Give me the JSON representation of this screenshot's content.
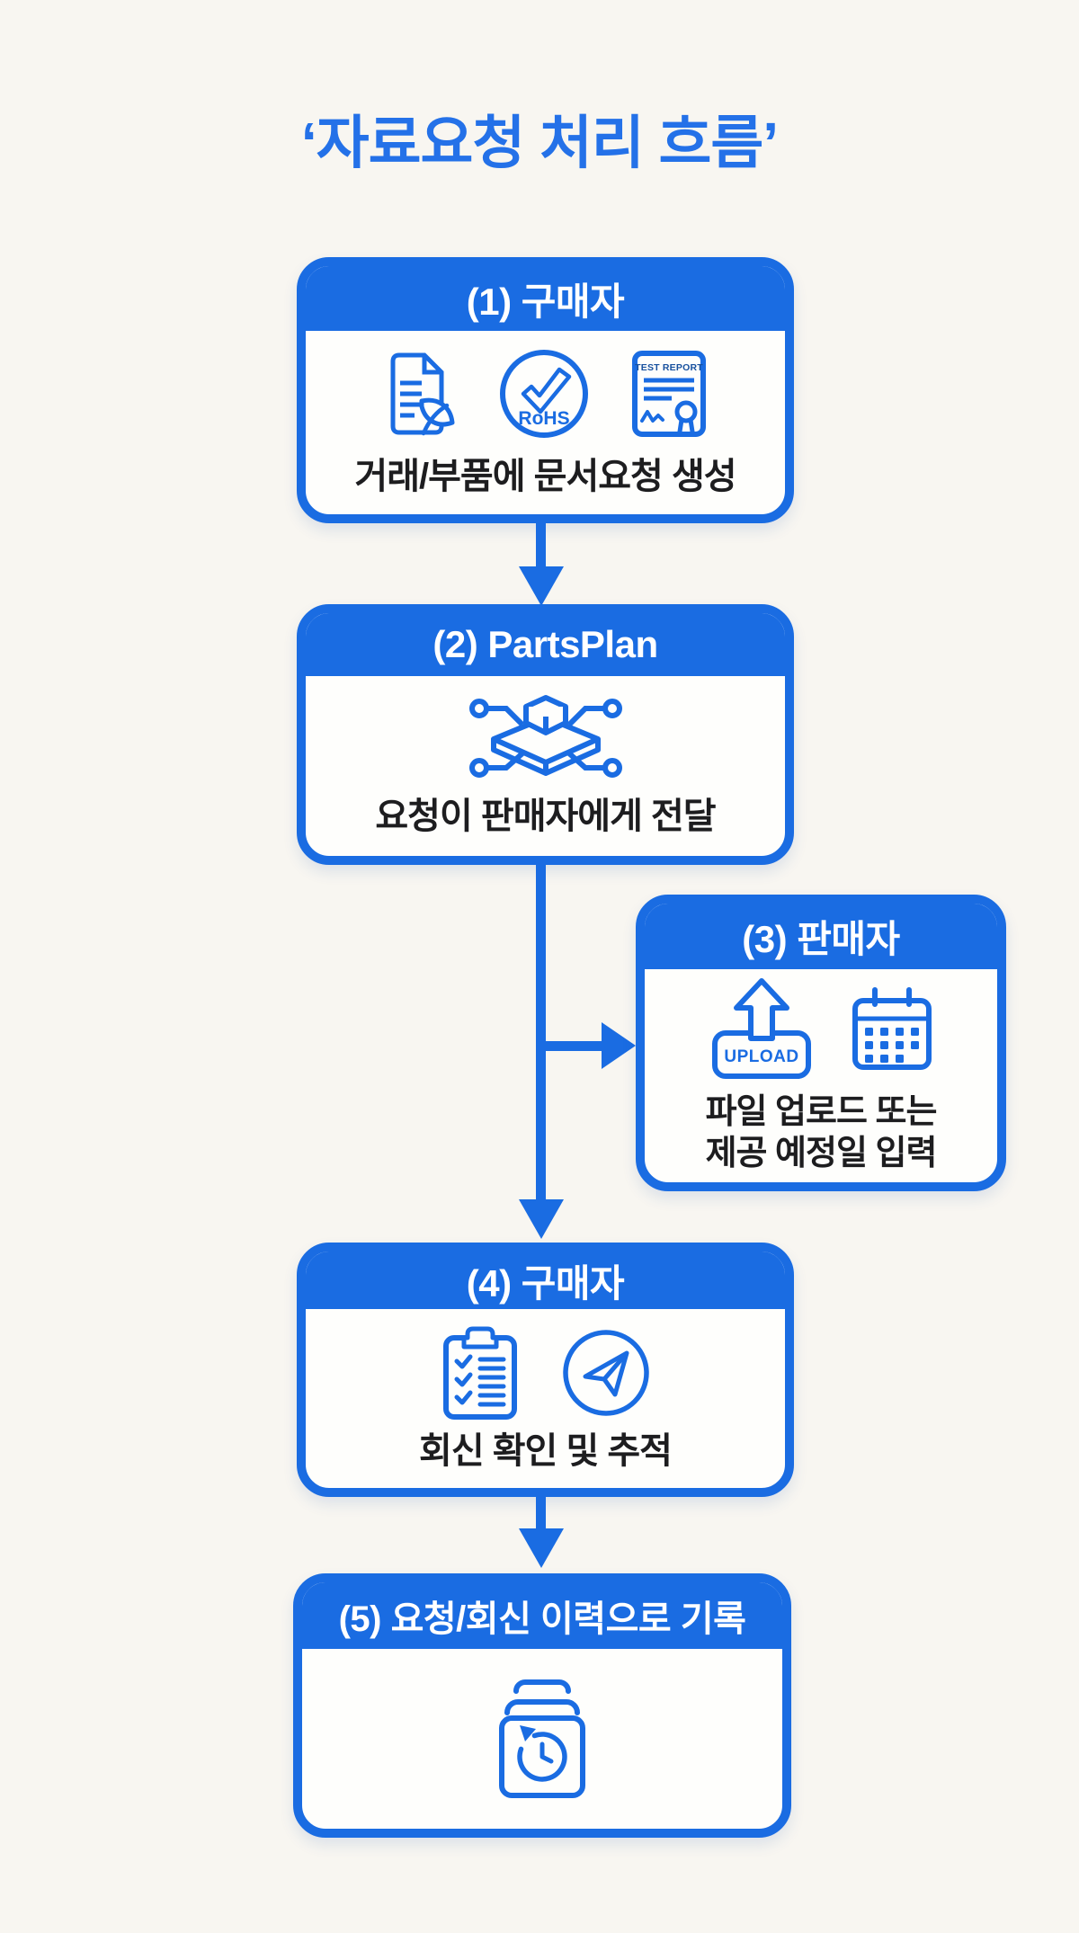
{
  "page": {
    "title": "‘자료요청 처리 흐름’"
  },
  "colors": {
    "primary_blue": "#1A6CE2",
    "title_blue": "#2471E8",
    "text": "#1D1D1F",
    "background": "#F8F6F1",
    "card": "#FEFEFC"
  },
  "steps": [
    {
      "header": "(1) 구매자",
      "caption": "거래/부품에 문서요청 생성",
      "icons": [
        "eco-document-icon",
        "rohs-badge-icon",
        "test-report-icon"
      ],
      "labels": {
        "rohs": "RoHS",
        "test_report": "TEST REPORT"
      }
    },
    {
      "header": "(2) PartsPlan",
      "caption": "요청이 판매자에게 전달",
      "icons": [
        "platform-network-icon"
      ]
    },
    {
      "header": "(3) 판매자",
      "caption_lines": [
        "파일 업로드 또는",
        "제공 예정일 입력"
      ],
      "icons": [
        "upload-icon",
        "calendar-icon"
      ],
      "labels": {
        "upload": "UPLOAD"
      }
    },
    {
      "header": "(4) 구매자",
      "caption": "회신 확인 및 추적",
      "icons": [
        "checklist-icon",
        "send-icon"
      ]
    },
    {
      "header": "(5) 요청/회신 이력으로 기록",
      "icons": [
        "archive-history-icon"
      ]
    }
  ]
}
